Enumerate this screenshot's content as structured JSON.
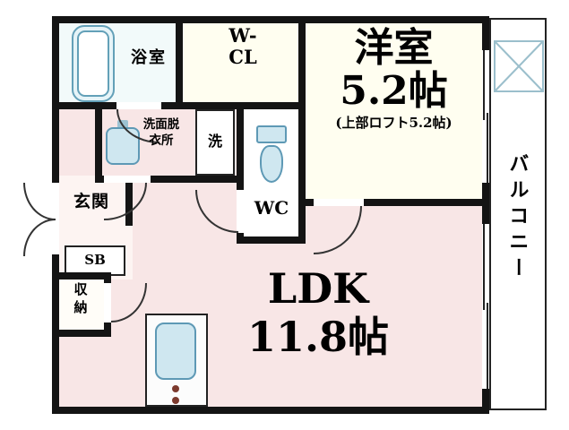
{
  "rooms": {
    "bathroom": {
      "label": "浴室"
    },
    "wcl": {
      "label": "W-CL"
    },
    "western": {
      "name": "洋室",
      "size": "5.2帖",
      "loft": "(上部ロフト5.2帖)"
    },
    "balcony": {
      "label": "バルコニー"
    },
    "washroom": {
      "label": "洗面脱衣所"
    },
    "laundry": {
      "label": "洗"
    },
    "toilet": {
      "label": "WC"
    },
    "entrance": {
      "label": "玄関"
    },
    "shoebox": {
      "label": "SB"
    },
    "storage": {
      "label": "収納"
    },
    "ldk": {
      "name": "LDK",
      "size": "11.8帖"
    }
  },
  "colors": {
    "wall": "#141414",
    "floor_pink": "#f8e6e6",
    "floor_cream": "#fffef0",
    "bath_tint": "#f2fafa",
    "fixture_fill": "#cfe7f0",
    "fixture_stroke": "#5e99b5",
    "hatch_blue": "#9bbfcc"
  }
}
